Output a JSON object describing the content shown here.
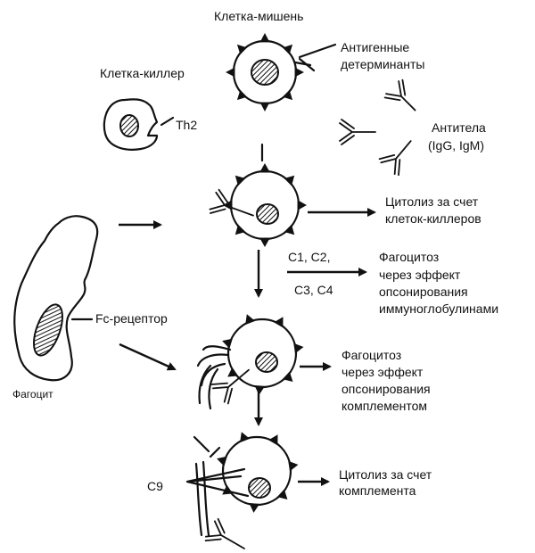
{
  "labels": {
    "target_cell": "Клетка-мишень",
    "antigenic_determinants": [
      "Антигенные",
      "детерминанты"
    ],
    "killer_cell": "Клетка-киллер",
    "th2": "Th2",
    "antibodies": [
      "Антитела",
      "(IgG, IgM)"
    ],
    "killer_cytolysis": [
      "Цитолиз за счет",
      "клеток-киллеров"
    ],
    "complement_top": "C1, C2,",
    "complement_bottom": "C3, C4",
    "phago_ig": [
      "Фагоцитоз",
      "через эффект",
      "опсонирования",
      "иммуноглобулинами"
    ],
    "fc_receptor": "Fc-рецептор",
    "phagocyte": "Фагоцит",
    "phago_complement": [
      "Фагоцитоз",
      "через эффект",
      "опсонирования",
      "комплементом"
    ],
    "c9": "C9",
    "complement_cytolysis": [
      "Цитолиз за счет",
      "комплемента"
    ]
  }
}
